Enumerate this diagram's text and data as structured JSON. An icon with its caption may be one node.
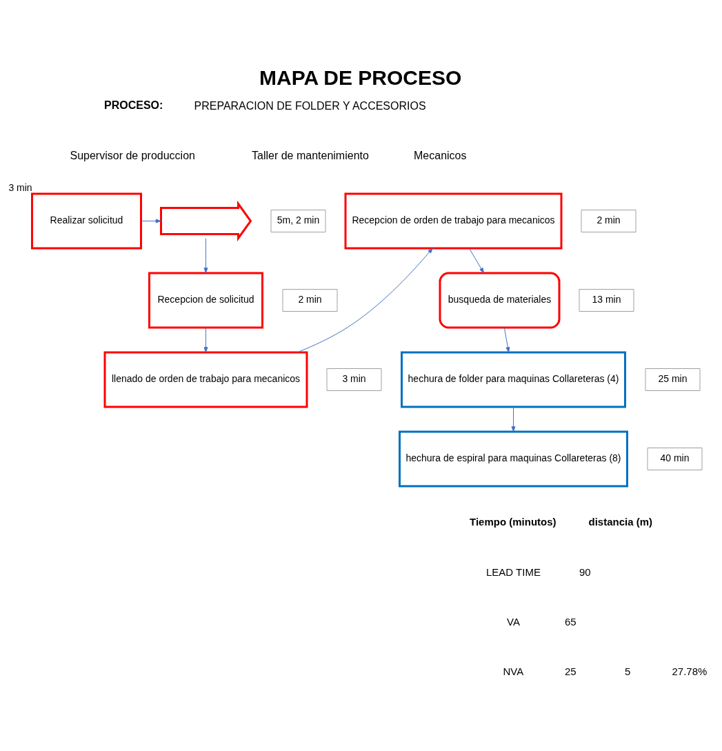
{
  "diagram": {
    "title": "MAPA DE PROCESO",
    "nodes": [
      {
        "text": [
          "Realizar solicitud"
        ],
        "beside": [
          "3 min"
        ]
      },
      {
        "text": [],
        "shape": "arrow",
        "beside": [
          "5m, 2 min"
        ]
      },
      {
        "text": [
          "Recepcion de solicitud"
        ],
        "beside": [
          "2 min"
        ]
      },
      {
        "text": [
          "llenado de orden de trabajo para mecanicos"
        ],
        "beside": [
          "3 min"
        ]
      },
      {
        "text": [
          "Recepcion de orden de trabajo para mecanicos"
        ],
        "beside": [
          "2 min"
        ]
      },
      {
        "text": [
          "busqueda de materiales"
        ],
        "beside": [
          "13 min"
        ]
      },
      {
        "text": [
          "hechura de folder para maquinas Collareteras (4)"
        ],
        "beside": [
          "25 min"
        ]
      },
      {
        "text": [
          "hechura de espiral para maquinas Collareteras (8)"
        ],
        "beside": [
          "40 min"
        ]
      }
    ],
    "edges": [
      {
        "from": 0,
        "to": 1,
        "arrow": "to"
      },
      {
        "from": 1,
        "to": 2,
        "arrow": "to"
      },
      {
        "from": 2,
        "to": 3,
        "arrow": "to"
      },
      {
        "from": 3,
        "to": 4,
        "arrow": "to"
      },
      {
        "from": 4,
        "to": 5,
        "arrow": "to"
      },
      {
        "from": 5,
        "to": 6,
        "arrow": "to"
      },
      {
        "from": 6,
        "to": 7,
        "arrow": "to"
      }
    ],
    "labels": [
      "PROCESO:",
      "PREPARACION DE FOLDER Y ACCESORIOS",
      "Supervisor de produccion",
      "Taller de mantenimiento",
      "Mecanicos",
      "Tiempo (minutos)",
      "distancia (m)",
      "LEAD TIME",
      "90",
      "VA",
      "65",
      "NVA",
      "25",
      "5",
      "27.78%"
    ]
  }
}
